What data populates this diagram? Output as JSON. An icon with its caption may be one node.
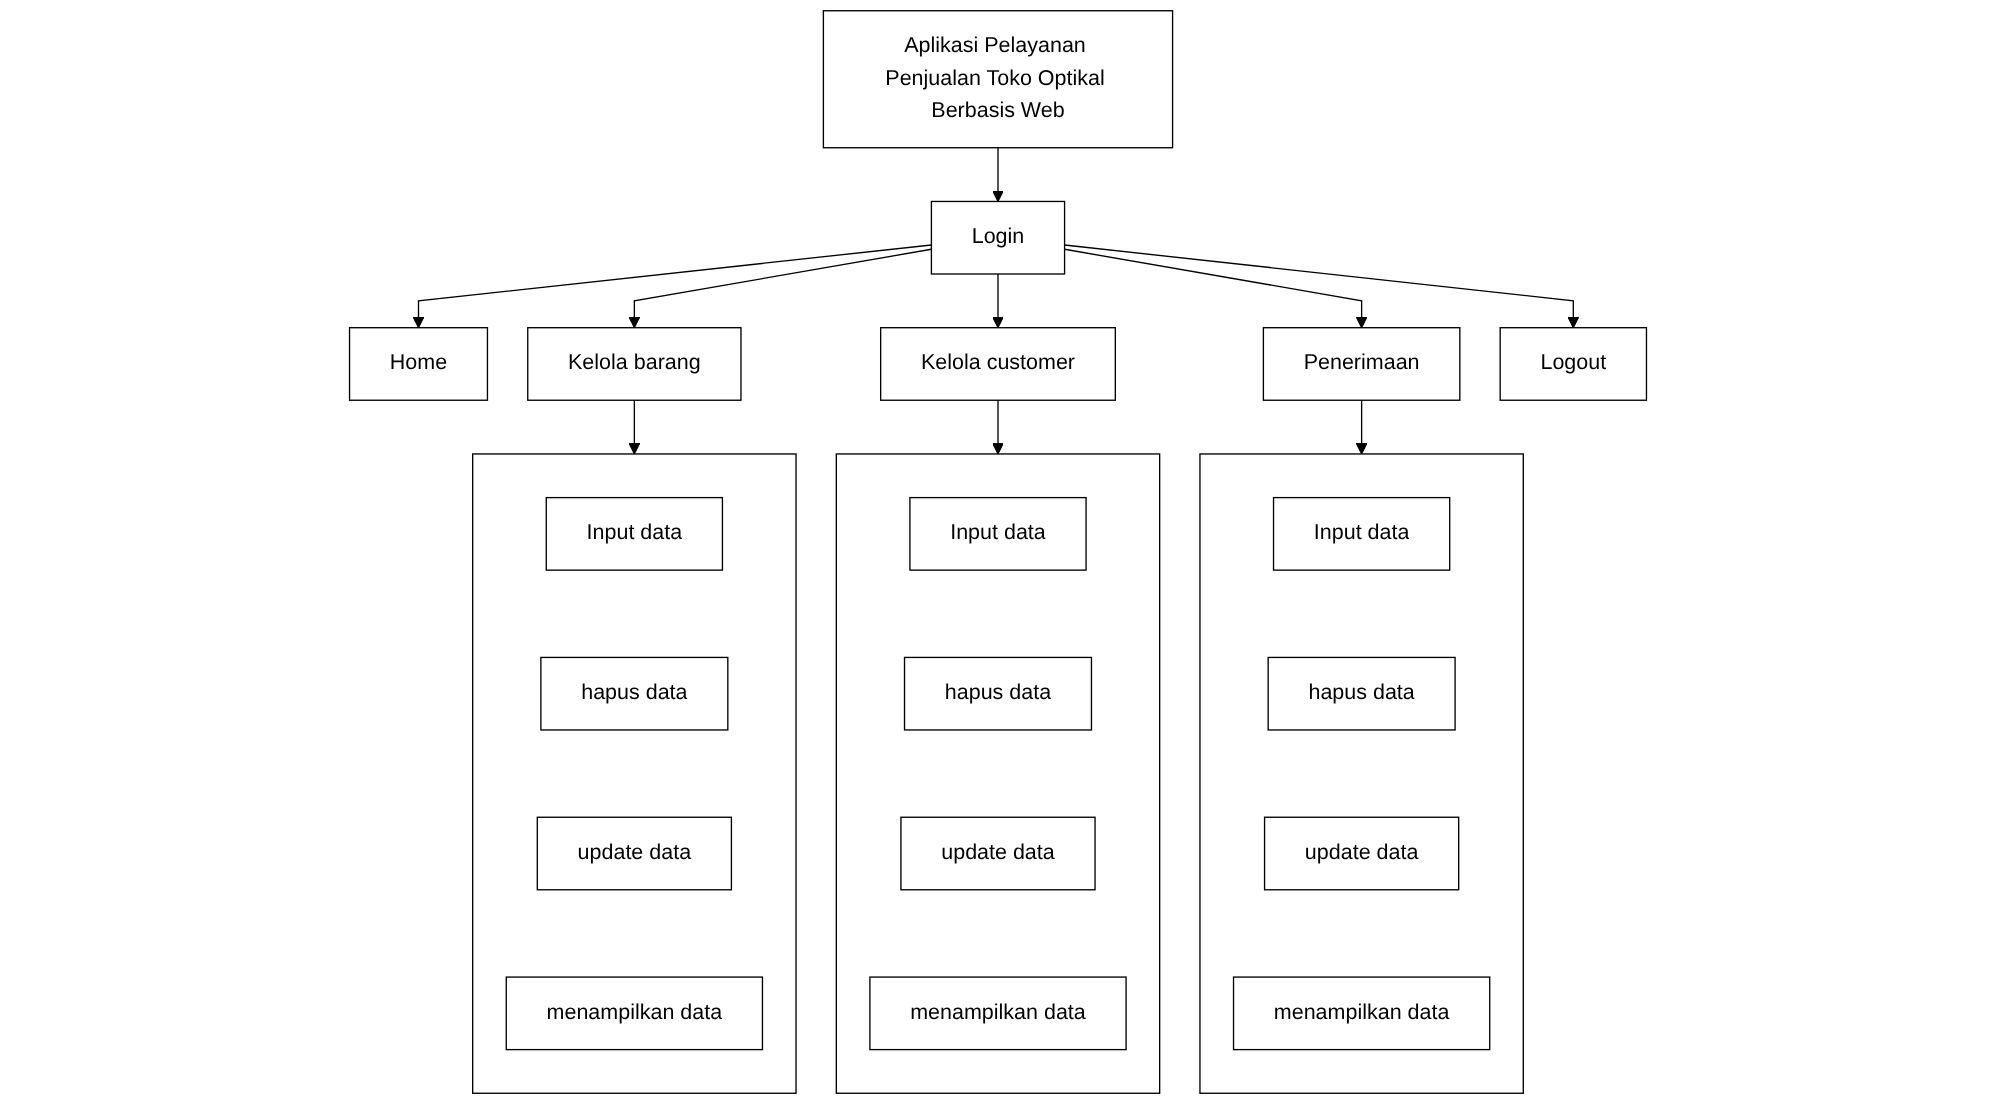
{
  "diagram": {
    "nodes": [
      {
        "text": [
          "Aplikasi Pelayanan Penjualan Toko Optikal Berbasis Web"
        ]
      },
      {
        "text": [
          "Login"
        ]
      },
      {
        "text": [
          "Home"
        ]
      },
      {
        "text": [
          "Kelola barang"
        ]
      },
      {
        "text": [
          "Kelola customer"
        ]
      },
      {
        "text": [
          "Penerimaan"
        ]
      },
      {
        "text": [
          "Logout"
        ]
      },
      {
        "text": [],
        "shape": "box"
      },
      {
        "text": [
          "Input data"
        ],
        "in": 7
      },
      {
        "text": [
          "hapus data"
        ],
        "in": 7
      },
      {
        "text": [
          "update data"
        ],
        "in": 7
      },
      {
        "text": [
          "menampilkan data"
        ],
        "in": 7
      },
      {
        "text": [],
        "shape": "box"
      },
      {
        "text": [
          "Input data"
        ],
        "in": 12
      },
      {
        "text": [
          "hapus data"
        ],
        "in": 12
      },
      {
        "text": [
          "update data"
        ],
        "in": 12
      },
      {
        "text": [
          "menampilkan data"
        ],
        "in": 12
      },
      {
        "text": [],
        "shape": "box"
      },
      {
        "text": [
          "Input data"
        ],
        "in": 17
      },
      {
        "text": [
          "hapus data"
        ],
        "in": 17
      },
      {
        "text": [
          "update data"
        ],
        "in": 17
      },
      {
        "text": [
          "menampilkan data"
        ],
        "in": 17
      }
    ],
    "edges": [
      {
        "from": 0,
        "to": 1,
        "arrow": "to"
      },
      {
        "from": 1,
        "to": 2,
        "arrow": "to"
      },
      {
        "from": 1,
        "to": 3,
        "arrow": "to"
      },
      {
        "from": 1,
        "to": 4,
        "arrow": "to"
      },
      {
        "from": 1,
        "to": 5,
        "arrow": "to"
      },
      {
        "from": 1,
        "to": 6,
        "arrow": "to"
      },
      {
        "from": 3,
        "to": 7,
        "arrow": "to"
      },
      {
        "from": 4,
        "to": 12,
        "arrow": "to"
      },
      {
        "from": 5,
        "to": 17,
        "arrow": "to"
      }
    ]
  }
}
